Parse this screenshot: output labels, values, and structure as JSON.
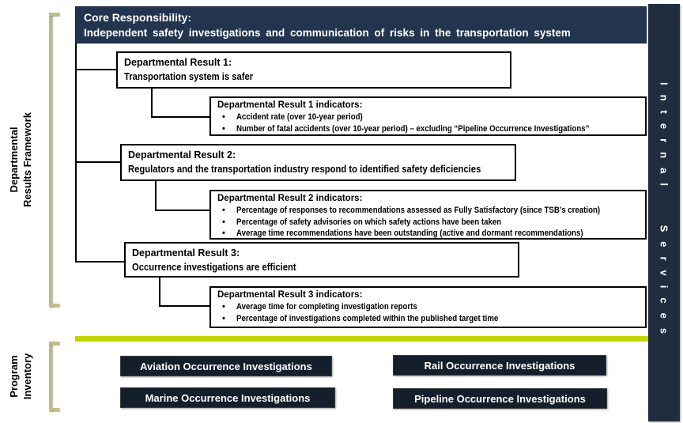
{
  "header": {
    "title": "Core Responsibility:",
    "subtitle": "Independent safety investigations and communication of risks in the transportation system"
  },
  "left_labels": {
    "framework": {
      "line1": "Departmental",
      "line2": "Results Framework"
    },
    "inventory": {
      "line1": "Program",
      "line2": "Inventory"
    }
  },
  "results": [
    {
      "title": "Departmental Result 1:",
      "description": "Transportation system is safer",
      "indicators_title": "Departmental Result 1 indicators:",
      "indicators": [
        "Accident rate (over 10-year period)",
        "Number of fatal accidents (over 10-year period) – excluding “Pipeline Occurrence Investigations”"
      ]
    },
    {
      "title": "Departmental Result 2:",
      "description": "Regulators and the transportation industry respond to identified safety deficiencies",
      "indicators_title": "Departmental Result 2 indicators:",
      "indicators": [
        "Percentage of responses to recommendations assessed as Fully Satisfactory (since TSB’s creation)",
        "Percentage of safety advisories on which safety actions have been taken",
        "Average time recommendations have been outstanding (active and dormant recommendations)"
      ]
    },
    {
      "title": "Departmental Result 3:",
      "description": "Occurrence investigations are efficient",
      "indicators_title": "Departmental Result 3 indicators:",
      "indicators": [
        "Average time for completing investigation reports",
        "Percentage of investigations completed within the published target time"
      ]
    }
  ],
  "program_inventory": {
    "programs": [
      "Aviation Occurrence Investigations",
      "Rail Occurrence Investigations",
      "Marine Occurrence Investigations",
      "Pipeline Occurrence Investigations"
    ]
  },
  "sidebar": {
    "label": "Internal Services"
  },
  "colors": {
    "header_bg": "#22344e",
    "program_box_bg": "#141f2b",
    "sidebar_bg": "#1f2d3f",
    "divider_green": "#c2d500",
    "bracket_tan": "#c3bb88",
    "box_border": "#000000",
    "text_on_dark": "#ffffff"
  }
}
